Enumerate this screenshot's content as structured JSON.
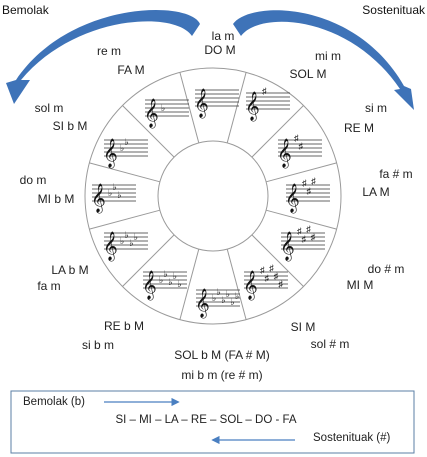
{
  "corners": {
    "flats": "Bemolak",
    "sharps": "Sostenituak"
  },
  "colors": {
    "arrow": "#3e73b8",
    "ring_line": "#9a9a9a",
    "staff_line": "#333333",
    "legend_border": "#5b7fa6",
    "legend_arrow": "#4a7fc1"
  },
  "keys": [
    {
      "minor": "la m",
      "major": "DO M",
      "accidental": "none",
      "count": 0
    },
    {
      "minor": "mi m",
      "major": "SOL M",
      "accidental": "sharp",
      "count": 1
    },
    {
      "minor": "si m",
      "major": "RE M",
      "accidental": "sharp",
      "count": 2
    },
    {
      "minor": "fa # m",
      "major": "LA M",
      "accidental": "sharp",
      "count": 3
    },
    {
      "minor": "do # m",
      "major": "MI M",
      "accidental": "sharp",
      "count": 4
    },
    {
      "minor": "sol # m",
      "major": "SI M",
      "accidental": "sharp",
      "count": 5
    },
    {
      "minor": "mi b m  (re # m)",
      "major": "SOL b M  (FA # M)",
      "accidental": "flat",
      "count": 6
    },
    {
      "minor": "si b m",
      "major": "RE b M",
      "accidental": "flat",
      "count": 5
    },
    {
      "minor": "fa m",
      "major": "LA b M",
      "accidental": "flat",
      "count": 4
    },
    {
      "minor": "do m",
      "major": "MI b M",
      "accidental": "flat",
      "count": 3
    },
    {
      "minor": "sol m",
      "major": "SI b M",
      "accidental": "flat",
      "count": 2
    },
    {
      "minor": "re m",
      "major": "FA M",
      "accidental": "flat",
      "count": 1
    }
  ],
  "legend": {
    "flats_label": "Bemolak (b)",
    "sequence": "SI – MI – LA – RE – SOL – DO - FA",
    "sharps_label": "Sostenituak (#)"
  },
  "icons": {
    "clef": "treble-clef-icon",
    "sharp": "sharp-icon",
    "flat": "flat-icon"
  }
}
